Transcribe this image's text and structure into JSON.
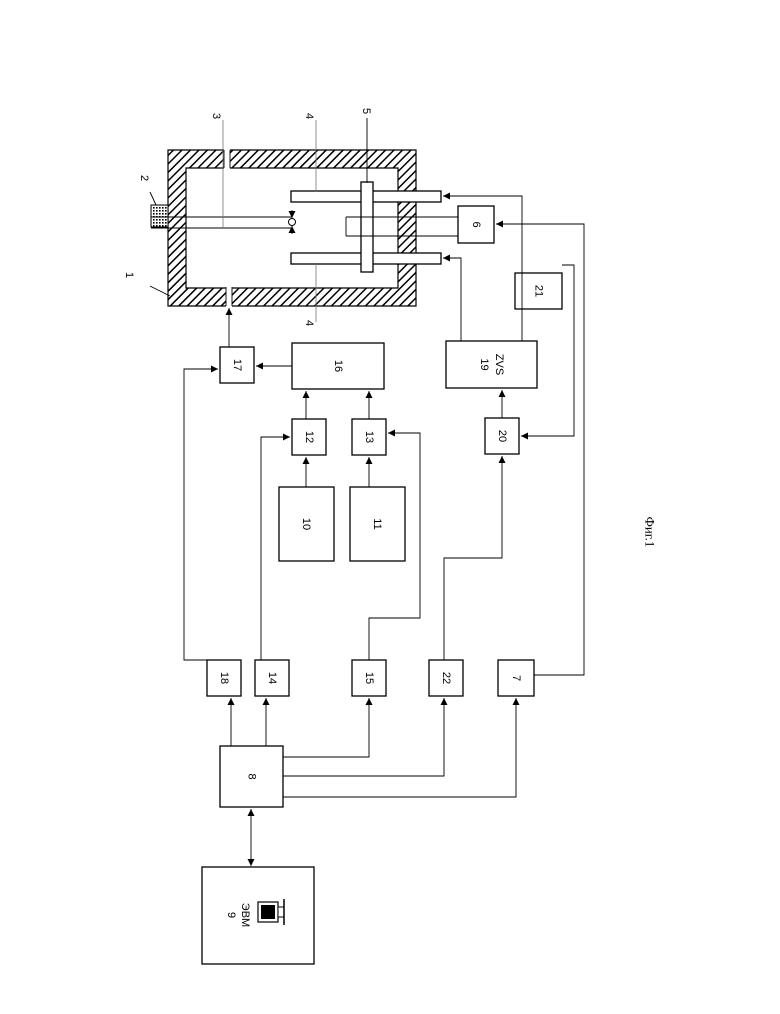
{
  "figure": {
    "caption": "Фиг.1"
  },
  "blocks": {
    "b6": "6",
    "b7": "7",
    "b8": "8",
    "b9_num": "9",
    "b9_label": "ЭВМ",
    "b10": "10",
    "b11": "11",
    "b12": "12",
    "b13": "13",
    "b14": "14",
    "b15": "15",
    "b16": "16",
    "b17": "17",
    "b18": "18",
    "b19_num": "19",
    "b19_label": "ZVS",
    "b20": "20",
    "b21": "21",
    "b22": "22"
  },
  "callouts": {
    "c1": "1",
    "c2": "2",
    "c3": "3",
    "c4_top": "4",
    "c4_bottom": "4",
    "c5": "5"
  },
  "icons": {
    "computer": "computer-icon"
  }
}
